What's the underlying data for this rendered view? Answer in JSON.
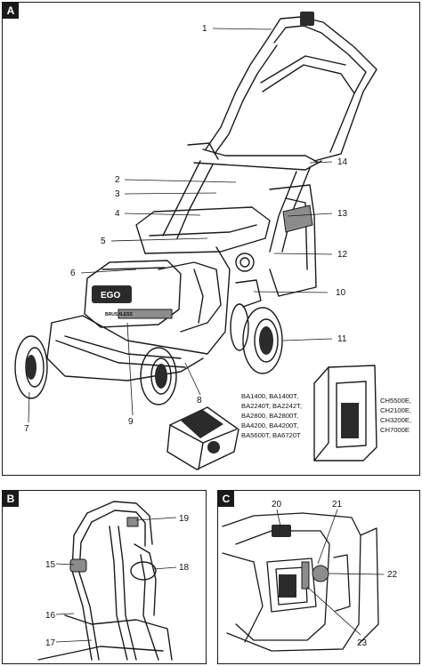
{
  "panels": {
    "a": {
      "tag": "A"
    },
    "b": {
      "tag": "B"
    },
    "c": {
      "tag": "C"
    }
  },
  "brand_mark": "EGO",
  "brushless_text": "BRUSHLESS",
  "callouts_a": [
    "1",
    "2",
    "3",
    "4",
    "5",
    "6",
    "7",
    "8",
    "9",
    "10",
    "11",
    "12",
    "13",
    "14"
  ],
  "callouts_b": [
    "15",
    "16",
    "17",
    "18",
    "19"
  ],
  "callouts_c": [
    "20",
    "21",
    "22",
    "23"
  ],
  "battery_models": [
    "BA1400, BA1400T,",
    "BA2240T, BA2242T,",
    "BA2800, BA2800T,",
    "BA4200, BA4200T,",
    "BA5600T, BA6720T"
  ],
  "charger_models": [
    "CH5500E,",
    "CH2100E,",
    "CH3200E,",
    "CH7000E"
  ],
  "colors": {
    "line": "#1a1a1a",
    "fill_dark": "#2b2b2b",
    "fill_mid": "#8c8c8c",
    "fill_light": "#d8d8d8"
  }
}
